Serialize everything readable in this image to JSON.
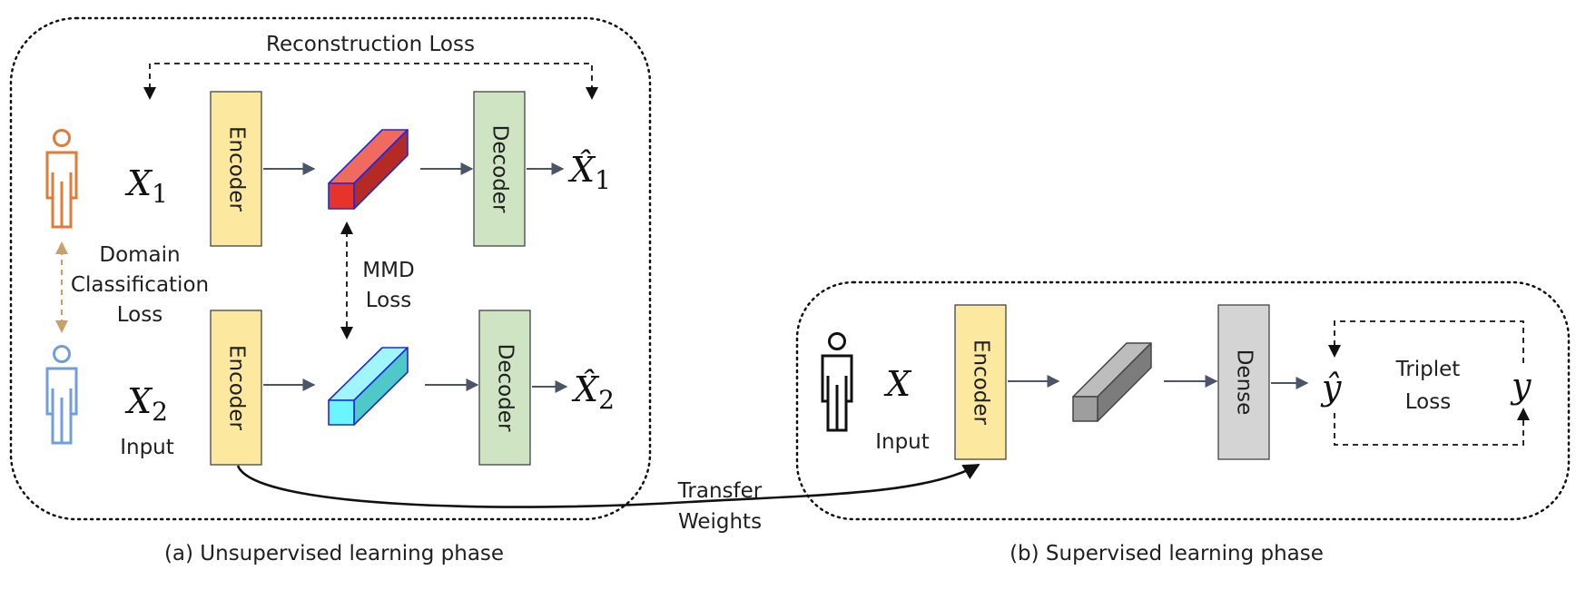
{
  "unsupervised": {
    "caption": "(a) Unsupervised learning phase",
    "reconstruction_loss": "Reconstruction Loss",
    "domain_loss_line1": "Domain",
    "domain_loss_line2": "Classification",
    "domain_loss_line3": "Loss",
    "mmd_line1": "MMD",
    "mmd_line2": "Loss",
    "input_label": "Input",
    "x1": {
      "base": "X",
      "sub": "1"
    },
    "x2": {
      "base": "X",
      "sub": "2"
    },
    "x1_hat": {
      "base": "X̂",
      "sub": "1"
    },
    "x2_hat": {
      "base": "X̂",
      "sub": "2"
    },
    "encoder_top": "Encoder",
    "encoder_bottom": "Encoder",
    "decoder_top": "Decoder",
    "decoder_bottom": "Decoder"
  },
  "transfer": {
    "line1": "Transfer",
    "line2": "Weights"
  },
  "supervised": {
    "caption": "(b) Supervised learning phase",
    "x": "X",
    "input_label": "Input",
    "encoder": "Encoder",
    "dense": "Dense",
    "y_hat": "ŷ",
    "y": "y",
    "triplet_line1": "Triplet",
    "triplet_line2": "Loss"
  },
  "colors": {
    "encoder_fill": "#fde8a0",
    "decoder_fill": "#cfe4c3",
    "dense_fill": "#d4d4d4",
    "person_orange": "#e07b39",
    "person_blue": "#6f9fd8",
    "latent_red": "#e8443a",
    "latent_cyan": "#69f0ff",
    "latent_gray": "#9a9a9a",
    "arrow": "#4a5568",
    "domain_arrow": "#c9a06a"
  }
}
